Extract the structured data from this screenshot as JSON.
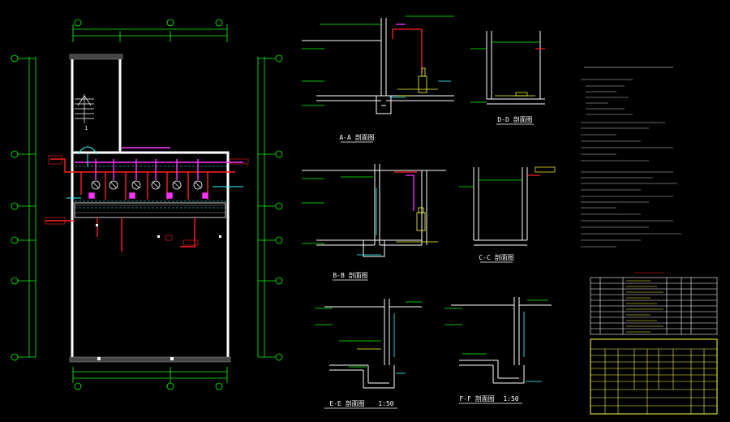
{
  "plan": {
    "dimension": "",
    "grid_bubbles_top": [
      "",
      "",
      ""
    ],
    "grid_bubbles_side": [
      "",
      "",
      "",
      "",
      "",
      "",
      ""
    ],
    "room_label": "",
    "room_label_2": "",
    "lower_room_label": ""
  },
  "sections": {
    "aa": "A-A 剖面图",
    "bb": "B-B 剖面图",
    "cc": "C-C 剖面图",
    "dd": "D-D 剖面图",
    "ee": "E-E 剖面图",
    "ee_scale": "1:50",
    "ff": "F-F 剖面图",
    "ff_scale": "1:50"
  },
  "notes": {
    "title": "",
    "lines": [
      "",
      "",
      "",
      "",
      "",
      "",
      "",
      "",
      "",
      "",
      "",
      "",
      "",
      "",
      "",
      "",
      "",
      "",
      "",
      "",
      "",
      "",
      "",
      ""
    ]
  },
  "equipment_table": {
    "title": "",
    "rows": 10
  },
  "title_block": {
    "drawing_name": "",
    "sheet_no": ""
  },
  "colors": {
    "background": "#000000",
    "wall": "#ffffff",
    "grid": "#00ff00",
    "pipe_red": "#ff2020",
    "pipe_magenta": "#ff33ff",
    "text": "#ffff33",
    "cyan": "#33ffff",
    "frame": "#ffff33"
  }
}
